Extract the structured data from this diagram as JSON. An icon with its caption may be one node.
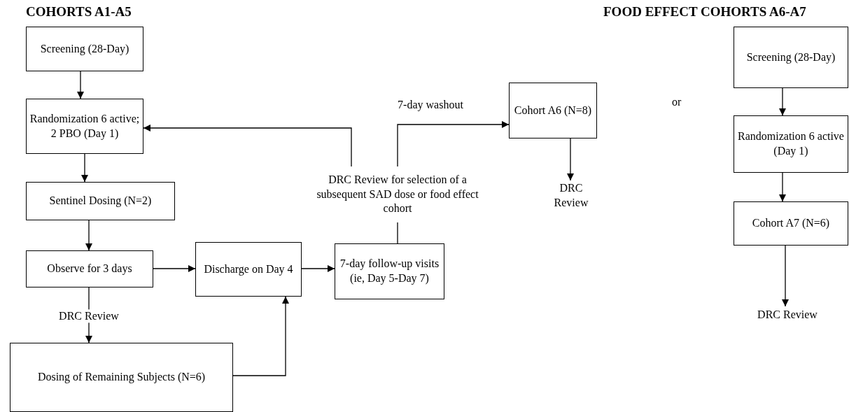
{
  "diagram": {
    "nodes": [
      {
        "text": [
          "Screening (28-Day)"
        ]
      },
      {
        "text": [
          "Randomization 6 active; 2 PBO (Day 1)"
        ]
      },
      {
        "text": [
          "Sentinel Dosing (N=2)"
        ]
      },
      {
        "text": [
          "Observe for 3 days"
        ]
      },
      {
        "text": [
          "Discharge on Day 4"
        ]
      },
      {
        "text": [
          "7-day follow-up visits (ie, Day 5-Day 7)"
        ]
      },
      {
        "text": [
          "Dosing of Remaining Subjects (N=6)"
        ]
      },
      {
        "text": [
          "DRC Review for selection of a subsequent SAD dose or food effect cohort"
        ]
      },
      {
        "text": [
          "Cohort A6 (N=8)"
        ]
      },
      {
        "text": [
          "DRC Review"
        ]
      },
      {
        "text": [
          "Screening (28-Day)"
        ]
      },
      {
        "text": [
          "Randomization 6 active (Day 1)"
        ]
      },
      {
        "text": [
          "Cohort A7 (N=6)"
        ]
      },
      {
        "text": [
          "DRC Review"
        ]
      }
    ],
    "edges": [
      {
        "from": 0,
        "to": 1,
        "arrow": "to"
      },
      {
        "from": 1,
        "to": 2,
        "arrow": "to"
      },
      {
        "from": 2,
        "to": 3,
        "arrow": "to"
      },
      {
        "from": 3,
        "to": 4,
        "arrow": "to"
      },
      {
        "from": 3,
        "to": 6,
        "arrow": "to",
        "label": "DRC Review"
      },
      {
        "from": 6,
        "to": 4,
        "arrow": "to"
      },
      {
        "from": 4,
        "to": 5,
        "arrow": "to"
      },
      {
        "from": 5,
        "to": 7,
        "arrow": "none"
      },
      {
        "from": 7,
        "to": 1,
        "arrow": "to"
      },
      {
        "from": 7,
        "to": 8,
        "arrow": "to",
        "label": "7-day washout"
      },
      {
        "from": 8,
        "to": 9,
        "arrow": "to"
      },
      {
        "from": 10,
        "to": 11,
        "arrow": "to"
      },
      {
        "from": 11,
        "to": 12,
        "arrow": "to"
      },
      {
        "from": 12,
        "to": 13,
        "arrow": "to"
      }
    ],
    "labels": [
      "COHORTS A1-A5",
      "FOOD EFFECT COHORTS A6-A7",
      "or"
    ]
  }
}
